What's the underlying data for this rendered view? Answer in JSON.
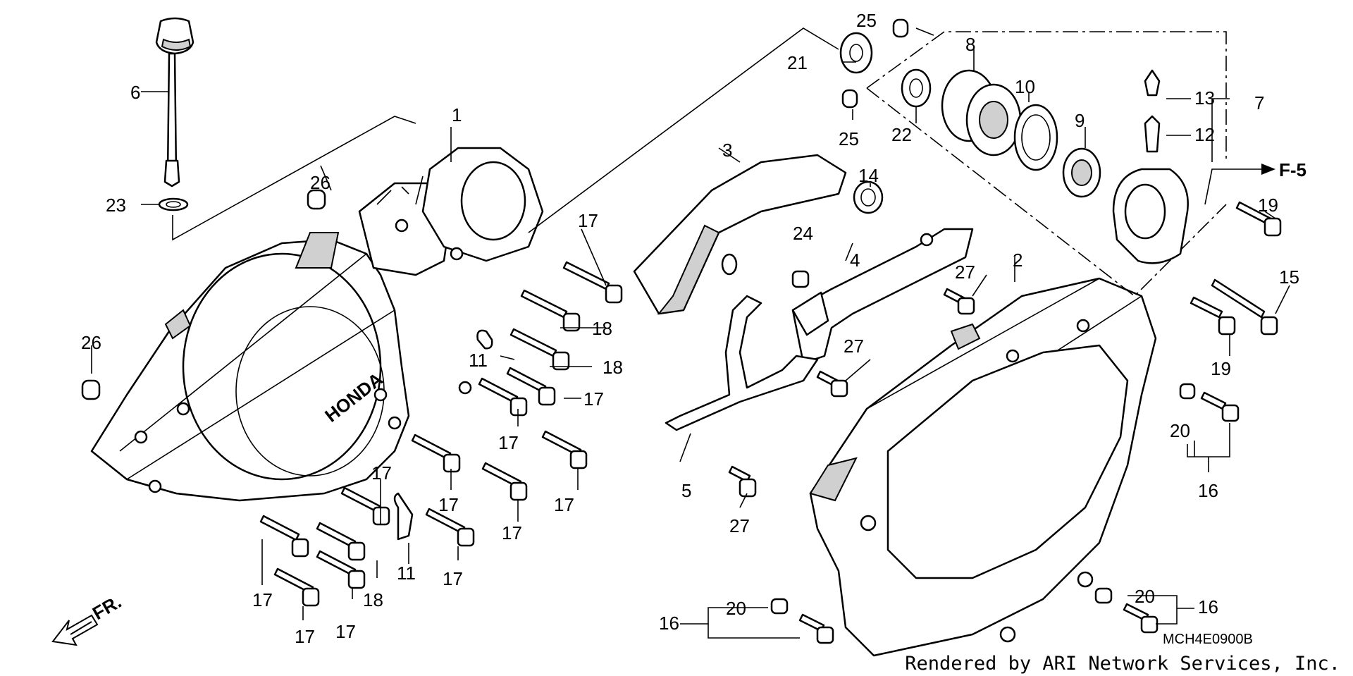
{
  "diagram": {
    "callouts": [
      "1",
      "2",
      "3",
      "4",
      "5",
      "6",
      "7",
      "8",
      "9",
      "10",
      "11",
      "12",
      "13",
      "14",
      "15",
      "16",
      "17",
      "18",
      "19",
      "20",
      "21",
      "22",
      "23",
      "24",
      "25",
      "26",
      "27"
    ],
    "direction_label": "FR.",
    "reference_label": "F-5",
    "cover_logo": "HONDA",
    "diagram_code": "MCH4E0900B",
    "credit": "Rendered by ARI Network Services, Inc."
  }
}
